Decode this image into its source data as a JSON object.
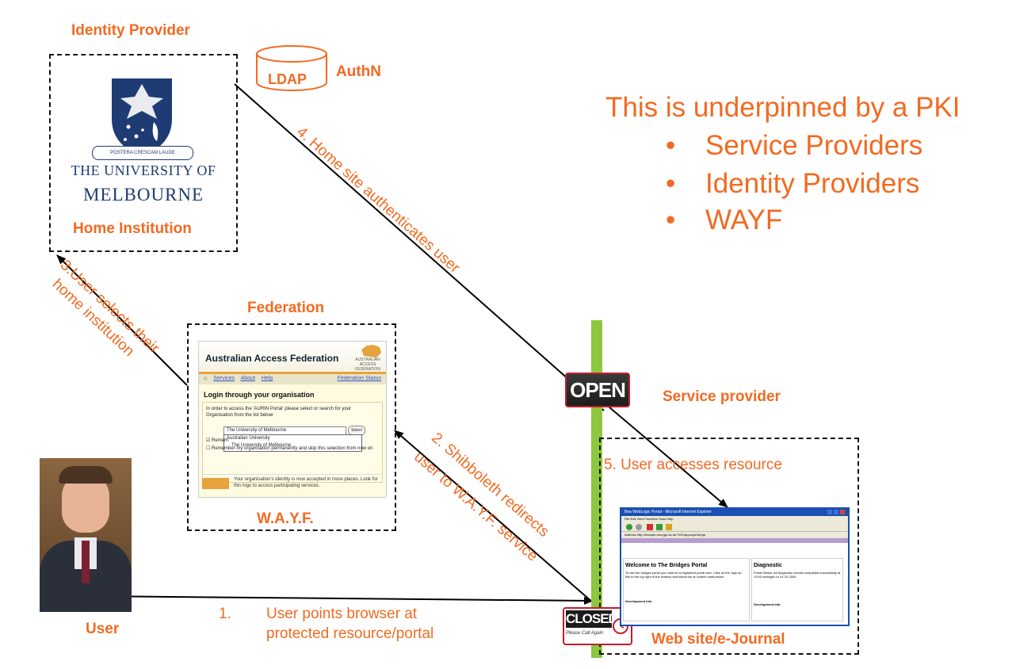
{
  "idp": {
    "title": "Identity Provider",
    "uni_line1": "THE UNIVERSITY OF",
    "uni_line2": "MELBOURNE",
    "crest_motto": "POSTERA CRESCAM LAUDE",
    "home": "Home Institution"
  },
  "ldap": {
    "label": "LDAP",
    "authn": "AuthN"
  },
  "pki": {
    "heading": "This is underpinned by a PKI",
    "bullets": [
      "Service Providers",
      "Identity Providers",
      "WAYF"
    ],
    "bullet_char": "•"
  },
  "federation": {
    "title": "Federation",
    "wayf": "W.A.Y.F.",
    "screenshot": {
      "header": "Australian Access Federation",
      "brand": "AUSTRALIAN ACCESS FEDERATION",
      "nav": [
        "Services",
        "About",
        "Help"
      ],
      "status": "Federation Status",
      "heading": "Login through your organisation",
      "intro": "In order to access the 'AURIN Portal' please select or search for your Organisation from the list below:",
      "select_value": "The University of Melbourne",
      "select_button": "Select",
      "options": [
        "Australian University",
        "The University of Melbourne"
      ],
      "remember1": "Remem",
      "remember2": "Remember my organisation permanently and skip this selection from now on",
      "footer": "Your organisation's identity is now accepted in more places. Look for this logo to access participating services."
    }
  },
  "steps": {
    "s1_num": "1.",
    "s1_line1": "User points browser at",
    "s1_line2": "protected resource/portal",
    "s2_line1": "2. Shibboleth redirects",
    "s2_line2": "user to W.A.Y.F. service",
    "s3_line1": "3.User selects their",
    "s3_line2": "home institution",
    "s4": "4. Home site authenticates user",
    "s5": "5. User accesses resource"
  },
  "user": {
    "label": "User"
  },
  "sp": {
    "title": "Service provider",
    "open_sign": "OPEN",
    "closed_sign": "CLOSED",
    "closed_sub": "Please Call Again",
    "webjournal": "Web site/e-Journal"
  },
  "portal": {
    "titlebar": "Bea WebLogic Portal - Microsoft Internet Explorer",
    "menu": "File  Edit  View  Favorites  Tools  Help",
    "address": "Address  http://bvcwpn-new.jgo.ac.uk:7001/appc/portal.jsp",
    "left_heading": "Welcome to The Bridges Portal",
    "right_heading": "Diagnostic",
    "left_text": "To use the bridges portal you must be a registered portal user. Click on the 'sign up' link to the top right of the window and follow the on screen instructions.",
    "right_text": "Portal Status: All Diagnostic checks completed successfully at 13:00 midnight on 04-10-2004.",
    "dev_info": "Development Info"
  },
  "colors": {
    "accent": "#f26a21",
    "green_bar": "#8dc63f",
    "uni_navy": "#1f3b73"
  }
}
